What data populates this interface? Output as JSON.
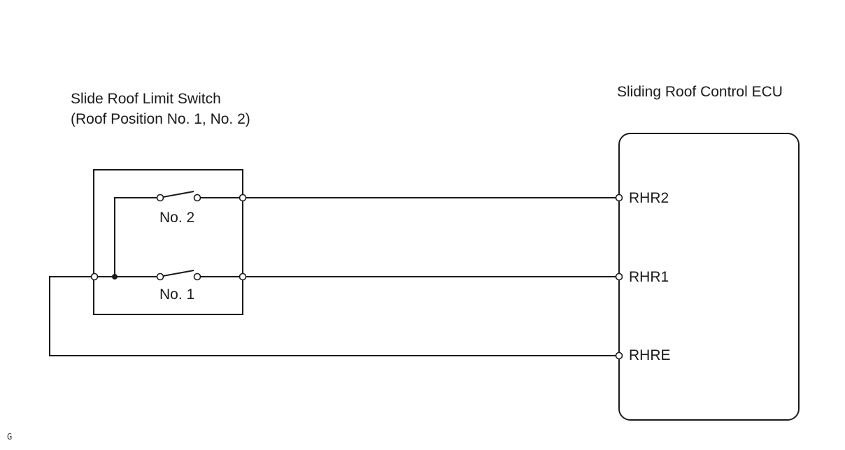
{
  "switch_assembly": {
    "title_line1": "Slide Roof Limit Switch",
    "title_line2": "(Roof Position No. 1, No. 2)",
    "switch2_label": "No. 2",
    "switch1_label": "No. 1"
  },
  "ecu": {
    "title": "Sliding Roof Control ECU",
    "terminals": [
      "RHR2",
      "RHR1",
      "RHRE"
    ]
  },
  "footer_mark": "G",
  "colors": {
    "line": "#1a1a1a",
    "background": "#ffffff"
  }
}
